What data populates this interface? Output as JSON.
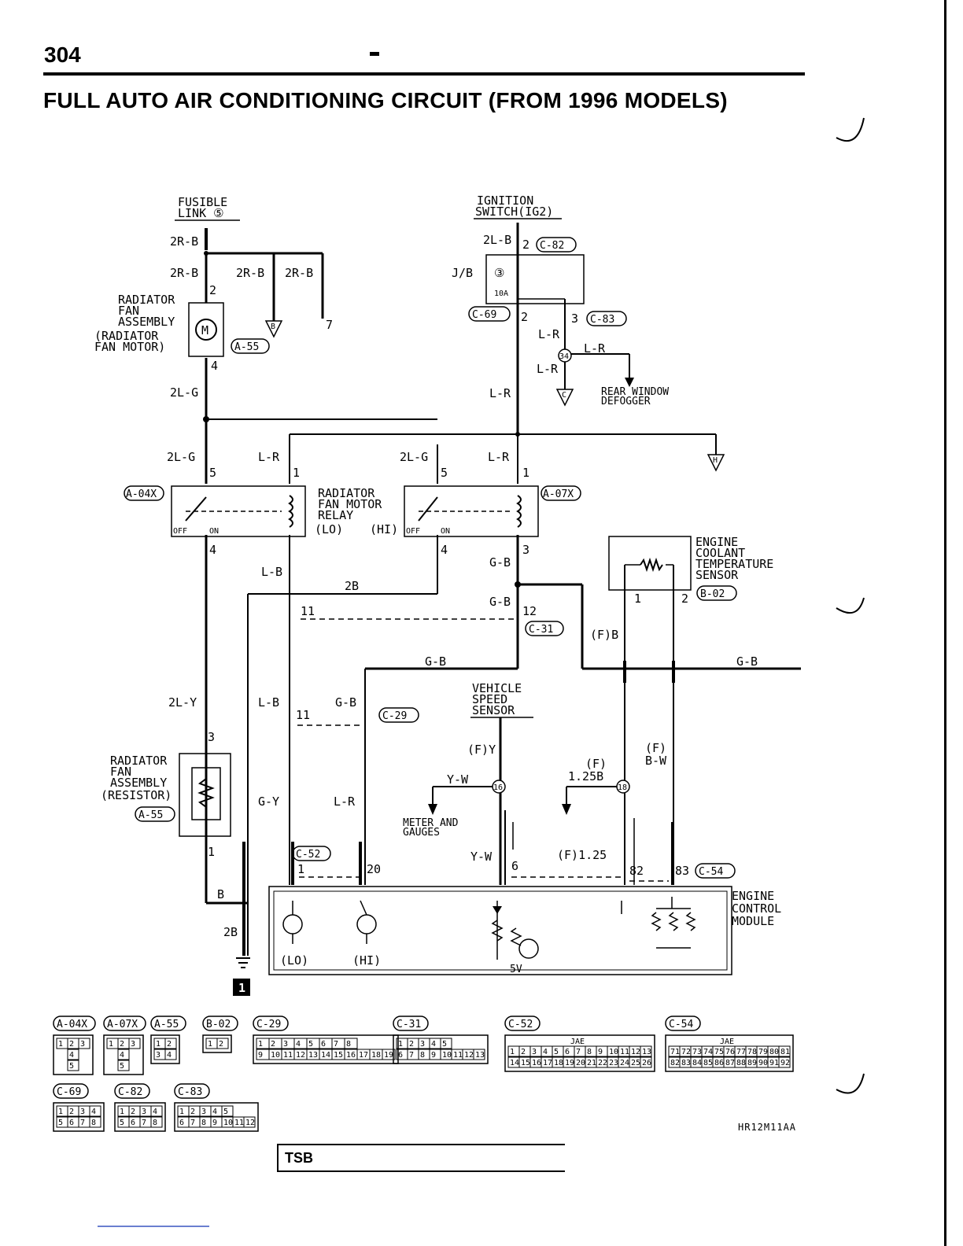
{
  "header": {
    "page_number": "304",
    "title": "FULL AUTO AIR CONDITIONING CIRCUIT (FROM 1996 MODELS)"
  },
  "power": {
    "fusible_link": [
      "FUSIBLE",
      "LINK ⑤"
    ],
    "ignition_switch": [
      "IGNITION",
      "SWITCH(IG2)"
    ],
    "jb": "J/B",
    "fuse_no": "③",
    "fuse_rating": "10A"
  },
  "components": {
    "rad_fan_assy_motor": [
      "RADIATOR",
      "FAN",
      "ASSEMBLY",
      "(RADIATOR",
      "FAN MOTOR)"
    ],
    "rad_fan_relay": [
      "RADIATOR",
      "FAN MOTOR",
      "RELAY"
    ],
    "relay_lo": "(LO)",
    "relay_hi": "(HI)",
    "ect_sensor": [
      "ENGINE",
      "COOLANT",
      "TEMPERATURE",
      "SENSOR"
    ],
    "rear_defogger": [
      "REAR WINDOW",
      "DEFOGGER"
    ],
    "vss": [
      "VEHICLE",
      "SPEED",
      "SENSOR"
    ],
    "rad_fan_assy_resistor": [
      "RADIATOR",
      "FAN",
      "ASSEMBLY",
      "(RESISTOR)"
    ],
    "meter": [
      "METER AND",
      "GAUGES"
    ],
    "ecm": [
      "ENGINE",
      "CONTROL",
      "MODULE"
    ],
    "ecm_lo": "(LO)",
    "ecm_hi": "(HI)",
    "ecm_5v": "5V",
    "switch_off": "OFF",
    "switch_on": "ON"
  },
  "connectors": {
    "c82": "C-82",
    "c69": "C-69",
    "c83": "C-83",
    "a55": "A-55",
    "a04x": "A-04X",
    "a07x": "A-07X",
    "b02": "B-02",
    "c31": "C-31",
    "c29": "C-29",
    "c52": "C-52",
    "c54": "C-54"
  },
  "wires": {
    "w_2rb": "2R-B",
    "w_2lg": "2L-G",
    "w_2lb": "2L-B",
    "w_lr": "L-R",
    "w_lb": "L-B",
    "w_2b": "2B",
    "w_gb": "G-B",
    "w_fb": "(F)B",
    "w_2ly": "2L-Y",
    "w_gy": "G-Y",
    "w_yw": "Y-W",
    "w_fy": "(F)Y",
    "w_f125b_1": "(F)",
    "w_f125b_2": "1.25B",
    "w_fbw_1": "(F)",
    "w_fbw_2": "B-W",
    "w_f125": "(F)1.25",
    "w_b": "B",
    "w_2b_gnd": "2B"
  },
  "pins": {
    "p1": "1",
    "p2": "2",
    "p3": "3",
    "p4": "4",
    "p5": "5",
    "p6": "6",
    "p7": "7",
    "p11": "11",
    "p12": "12",
    "p20": "20",
    "p82": "82",
    "p83": "83"
  },
  "junctions": {
    "b": "B",
    "c": "C",
    "h": "H",
    "j34": "34",
    "j16": "16",
    "j18": "18"
  },
  "connector_views": [
    {
      "id": "A-04X",
      "rows": [
        [
          "1",
          "2",
          "3"
        ],
        [
          "4"
        ],
        [
          "5"
        ]
      ]
    },
    {
      "id": "A-07X",
      "rows": [
        [
          "1",
          "2",
          "3"
        ],
        [
          "4"
        ],
        [
          "5"
        ]
      ]
    },
    {
      "id": "A-55",
      "rows": [
        [
          "1",
          "2"
        ],
        [
          "3",
          "4"
        ]
      ]
    },
    {
      "id": "B-02",
      "rows": [
        [
          "1",
          "2"
        ]
      ]
    },
    {
      "id": "C-29",
      "rows": [
        [
          "1",
          "2",
          "3",
          "4",
          "5",
          "6",
          "7",
          "8"
        ],
        [
          "9",
          "10",
          "11",
          "12",
          "13",
          "14",
          "15",
          "16",
          "17",
          "18",
          "19"
        ]
      ]
    },
    {
      "id": "C-31",
      "rows": [
        [
          "1",
          "2",
          "3",
          "4",
          "5"
        ],
        [
          "6",
          "7",
          "8",
          "9",
          "10",
          "11",
          "12",
          "13"
        ]
      ]
    },
    {
      "id": "C-52",
      "rows": [
        [
          "1",
          "2",
          "3",
          "4",
          "5",
          "6",
          "7",
          "8",
          "9",
          "10",
          "11",
          "12",
          "13"
        ],
        [
          "14",
          "15",
          "16",
          "17",
          "18",
          "19",
          "20",
          "21",
          "22",
          "23",
          "24",
          "25",
          "26"
        ]
      ]
    },
    {
      "id": "C-54",
      "rows": [
        [
          "71",
          "72",
          "73",
          "74",
          "75",
          "76",
          "77",
          "78",
          "79",
          "80",
          "81"
        ],
        [
          "82",
          "83",
          "84",
          "85",
          "86",
          "87",
          "88",
          "89",
          "90",
          "91",
          "92"
        ]
      ]
    },
    {
      "id": "C-69",
      "rows": [
        [
          "1",
          "2",
          "3",
          "4"
        ],
        [
          "5",
          "6",
          "7",
          "8"
        ]
      ]
    },
    {
      "id": "C-82",
      "rows": [
        [
          "1",
          "2",
          "3",
          "4"
        ],
        [
          "5",
          "6",
          "7",
          "8"
        ]
      ]
    },
    {
      "id": "C-83",
      "rows": [
        [
          "1",
          "2",
          "3",
          "4",
          "5"
        ],
        [
          "6",
          "7",
          "8",
          "9",
          "10",
          "11",
          "12"
        ]
      ]
    }
  ],
  "connector_jae": "JAE",
  "ground_id": "1",
  "figure_code": "HR12M11AA",
  "footer": {
    "tsb": "TSB"
  }
}
